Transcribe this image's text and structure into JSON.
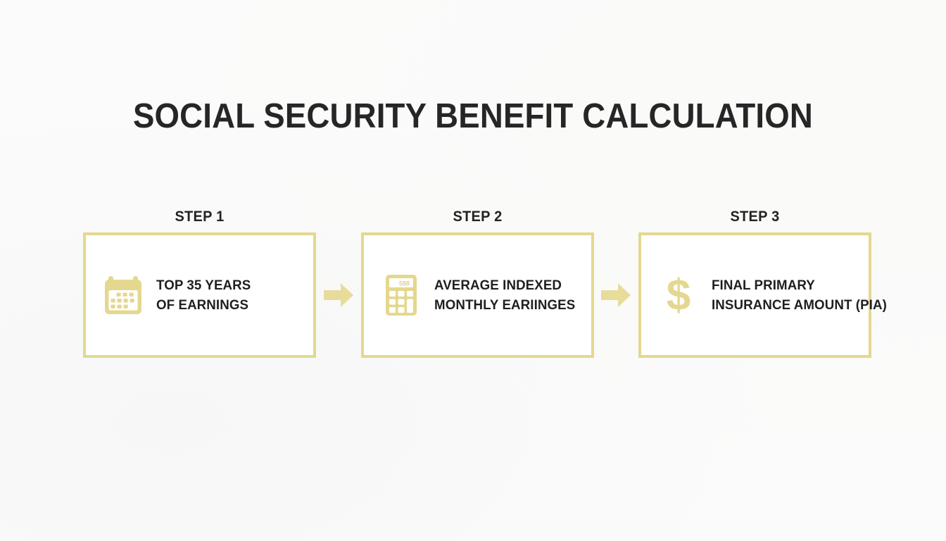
{
  "page": {
    "title": "SOCIAL SECURITY BENEFIT CALCULATION",
    "background_color": "#fbfbfb",
    "accent_color": "#e4d88f",
    "text_color": "#1f1f1f"
  },
  "steps": [
    {
      "label": "STEP 1",
      "icon": "calendar-icon",
      "line1": "TOP 35 YEARS",
      "line2": "OF EARNINGS"
    },
    {
      "label": "STEP 2",
      "icon": "calculator-icon",
      "line1": "AVERAGE INDEXED",
      "line2": "MONTHLY EARIINGES"
    },
    {
      "label": "STEP 3",
      "icon": "dollar-sign-icon",
      "line1": "FINAL PRIMARY",
      "line2": "INSURANCE AMOUNT (PIA)"
    }
  ],
  "connectors": [
    {
      "name": "arrow-step1-to-step2"
    },
    {
      "name": "arrow-step2-to-step3"
    }
  ]
}
